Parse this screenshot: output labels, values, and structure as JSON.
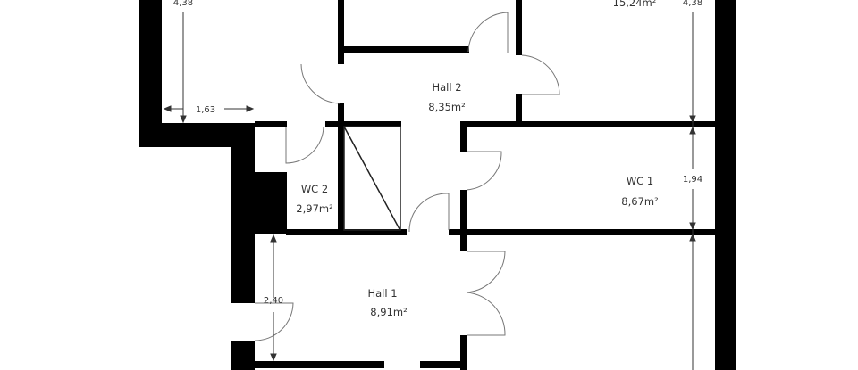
{
  "rooms": [
    {
      "name": "",
      "area": "15,24m²"
    },
    {
      "name": "Hall 2",
      "area": "8,35m²"
    },
    {
      "name": "WC 2",
      "area": "2,97m²"
    },
    {
      "name": "WC 1",
      "area": "8,67m²"
    },
    {
      "name": "Hall 1",
      "area": "8,91m²"
    }
  ],
  "dimensions": {
    "left_top": "4,38",
    "right_top": "4,38",
    "left_width": "1,63",
    "wc1_height": "1,94",
    "hall1_height": "2,40"
  },
  "colors": {
    "wall": "#000000",
    "line": "#555555"
  }
}
